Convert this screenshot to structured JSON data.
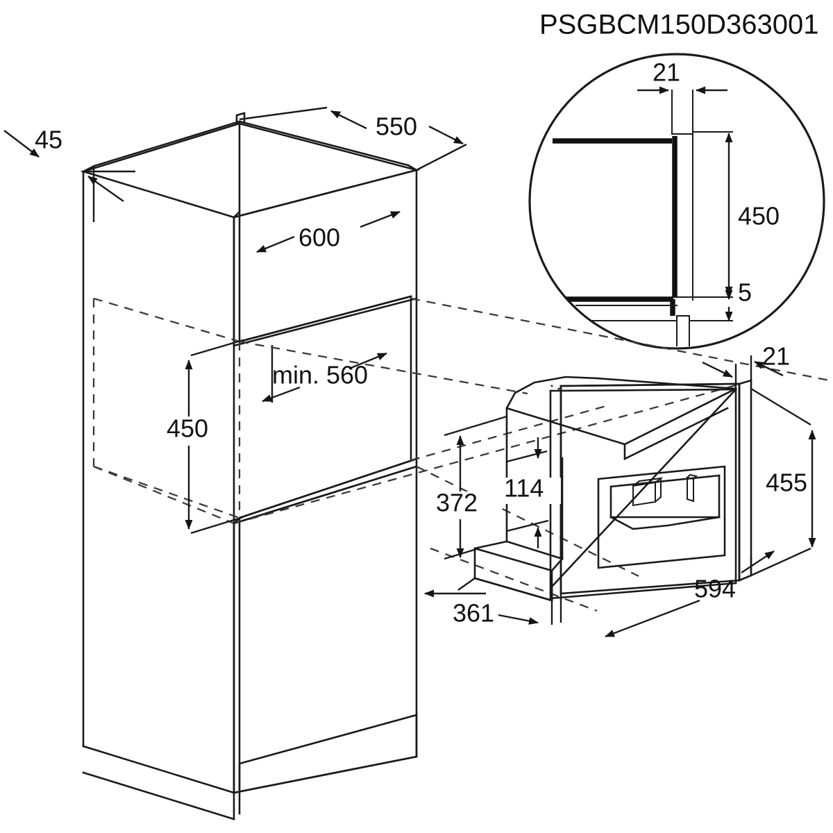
{
  "drawing": {
    "title": "PSGBCM150D363001",
    "product": "built-in-coffee-machine-installation-diagram",
    "units": "mm",
    "projection": "isometric"
  },
  "cabinet": {
    "name": "tall-kitchen-housing-unit",
    "dimensions": {
      "overhang_left": "45",
      "depth": "550",
      "width": "600",
      "niche_depth_min": "min. 560",
      "niche_height": "450"
    }
  },
  "detail_circle": {
    "name": "front-panel-edge-detail",
    "dimensions": {
      "panel_thickness": "21",
      "opening_height": "450",
      "bottom_gap": "5"
    }
  },
  "appliance": {
    "name": "built-in-coffee-machine",
    "dimensions": {
      "trim_depth": "21",
      "body_height": "372",
      "plinth_height": "114",
      "front_height": "455",
      "front_width": "594",
      "body_depth": "361"
    }
  },
  "labels": {
    "overhang_left": "45",
    "cabinet_depth": "550",
    "cabinet_width": "600",
    "niche_depth": "min. 560",
    "niche_height": "450",
    "detail_thickness": "21",
    "detail_height": "450",
    "detail_gap": "5",
    "appliance_trim": "21",
    "appliance_body_height": "372",
    "appliance_plinth": "114",
    "appliance_front_height": "455",
    "appliance_front_width": "594",
    "appliance_depth": "361"
  },
  "colors": {
    "line": "#1a1a1a",
    "heavy_line": "#111111",
    "hidden_line": "#3a3a3a",
    "background": "#ffffff",
    "text": "#111111"
  }
}
